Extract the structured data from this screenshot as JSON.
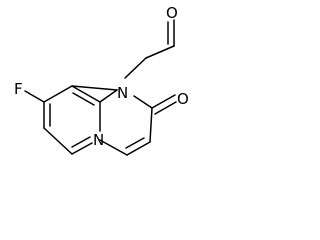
{
  "molecule": {
    "atoms": {
      "fluorine": "F",
      "ring_nitrogen_5": "N",
      "ring_nitrogen_1": "N",
      "carbonyl_oxygen_ring": "O",
      "aldehyde_oxygen": "O"
    },
    "colors": {
      "bond": "#000000",
      "label": "#000000",
      "background": "#ffffff"
    }
  }
}
